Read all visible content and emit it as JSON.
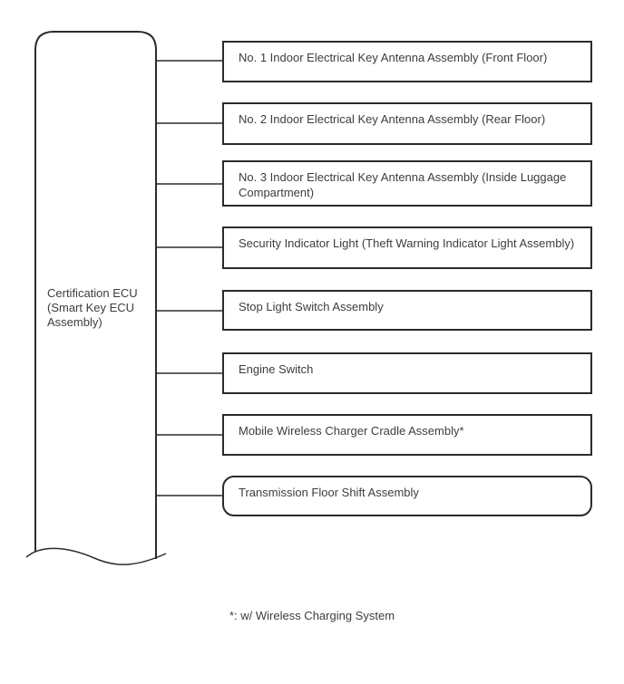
{
  "diagram": {
    "title_node": {
      "label": "Certification ECU\n(Smart Key ECU\nAssembly)"
    },
    "components": [
      {
        "label": "No. 1 Indoor Electrical Key Antenna Assembly (Front Floor)"
      },
      {
        "label": "No. 2 Indoor Electrical Key Antenna Assembly (Rear Floor)"
      },
      {
        "label": "No. 3 Indoor Electrical Key Antenna Assembly (Inside Luggage Compartment)"
      },
      {
        "label": "Security Indicator Light (Theft Warning Indicator Light Assembly)"
      },
      {
        "label": "Stop Light Switch Assembly"
      },
      {
        "label": "Engine Switch"
      },
      {
        "label": "Mobile Wireless Charger Cradle Assembly*"
      },
      {
        "label": "Transmission Floor Shift Assembly"
      }
    ],
    "footnote": "*: w/ Wireless Charging System",
    "colors": {
      "line": "#2d2a2b",
      "text": "#3d3d3d",
      "background": "#ffffff"
    }
  }
}
